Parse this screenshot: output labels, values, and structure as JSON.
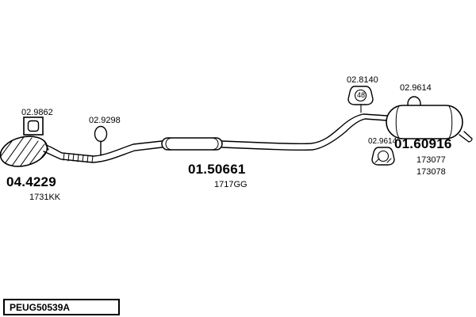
{
  "page": {
    "background": "#ffffff",
    "line_color": "#000000"
  },
  "labels": {
    "front_clamp": "02.9862",
    "catalyst": "04.4229",
    "catalyst_ref": "1731KK",
    "mid_clamp": "02.9298",
    "centre_silencer": "01.50661",
    "centre_silencer_ref": "1717GG",
    "rubber_hanger": "02.8140",
    "hanger_size": "48",
    "rear_clamp": "02.9614",
    "rear_hanger": "02.9614",
    "rear_silencer": "01.60916",
    "rear_silencer_ref1": "173077",
    "rear_silencer_ref2": "173078",
    "drawing_code": "PEUG50539A"
  }
}
